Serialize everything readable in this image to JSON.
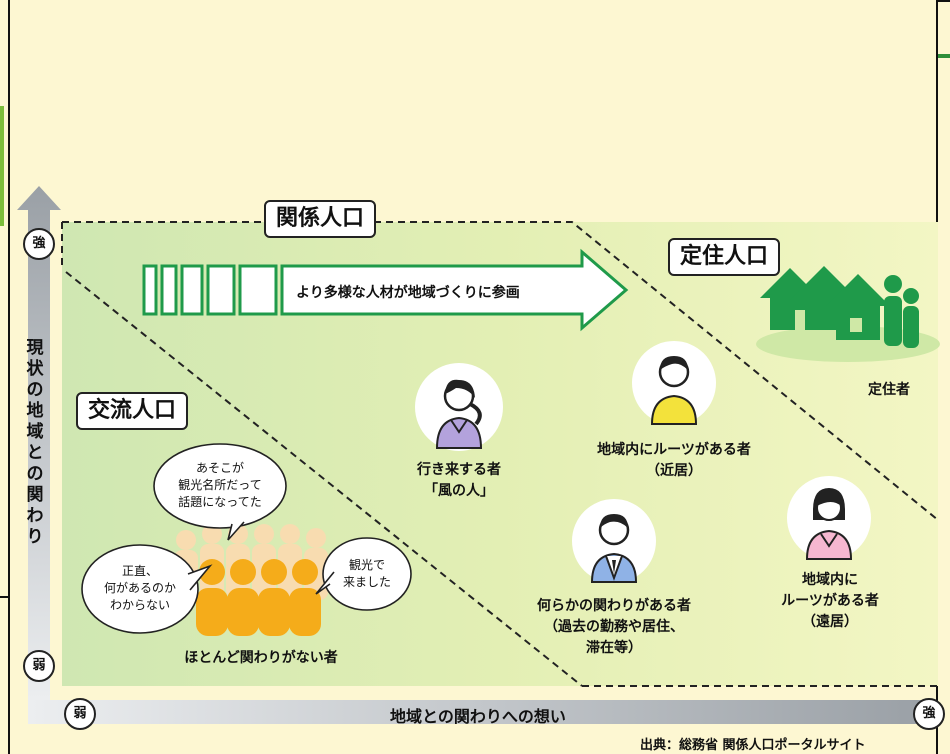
{
  "titles": {
    "kankei": "関係人口",
    "teiju": "定住人口",
    "koryu": "交流人口"
  },
  "arrow_text": "より多様な人材が地域づくりに参画",
  "axes": {
    "vertical_label": "現状の地域との関わり",
    "horizontal_label": "地域との関わりへの想い",
    "strong": "強",
    "weak": "弱"
  },
  "persons": {
    "teijusha": "定住者",
    "kaze": [
      "行き来する者",
      "「風の人」"
    ],
    "kinkyo": [
      "地域内にルーツがある者",
      "（近居）"
    ],
    "kako": [
      "何らかの関わりがある者",
      "（過去の勤務や居住、",
      "滞在等）"
    ],
    "enkyo": [
      "地域内に",
      "ルーツがある者",
      "（遠居）"
    ],
    "hotondo": "ほとんど関わりがない者"
  },
  "bubbles": {
    "top": [
      "あそこが",
      "観光名所だって",
      "話題になってた"
    ],
    "left": [
      "正直、",
      "何があるのか",
      "わからない"
    ],
    "right": [
      "観光で",
      "来ました"
    ]
  },
  "source": "出典：総務省 関係人口ポータルサイト",
  "colors": {
    "green": "#1f9a4a",
    "person_purple": "#b3a2dc",
    "person_yellow": "#f3e23b",
    "person_pink": "#f6b7d0",
    "crowd_orange": "#f5ac1a"
  }
}
